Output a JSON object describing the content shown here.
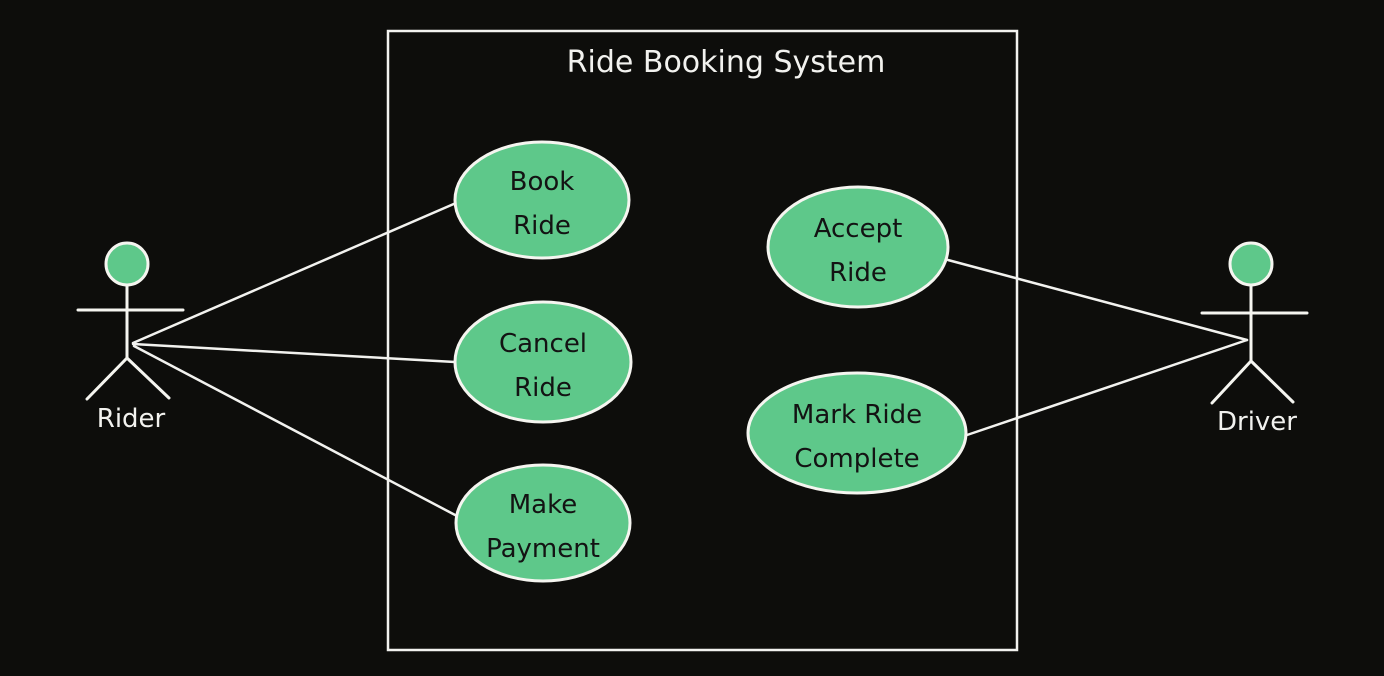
{
  "diagram": {
    "title": "Ride Booking System",
    "kind": "use case diagram"
  },
  "actors": [
    {
      "label": "Rider"
    },
    {
      "label": "Driver"
    }
  ],
  "use_cases": [
    {
      "line1": "Book",
      "line2": "Ride"
    },
    {
      "line1": "Cancel",
      "line2": "Ride"
    },
    {
      "line1": "Make",
      "line2": "Payment"
    },
    {
      "line1": "Accept",
      "line2": "Ride"
    },
    {
      "line1": "Mark Ride",
      "line2": "Complete"
    }
  ],
  "associations": [
    {
      "from": "Rider",
      "to": "Book Ride"
    },
    {
      "from": "Rider",
      "to": "Cancel Ride"
    },
    {
      "from": "Rider",
      "to": "Make Payment"
    },
    {
      "from": "Driver",
      "to": "Accept Ride"
    },
    {
      "from": "Driver",
      "to": "Mark Ride Complete"
    }
  ],
  "theme": {
    "background": "#0d0d0b",
    "shape_fill": "#5ec88a",
    "shape_stroke": "#f5f5f0",
    "line_color": "#f2f2ef",
    "shape_text": "#131313",
    "label_text": "#f2f2ef"
  }
}
